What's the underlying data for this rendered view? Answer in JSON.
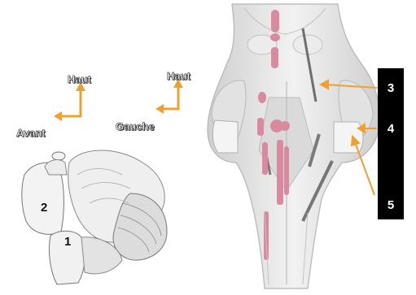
{
  "orientation_1": {
    "up": "Haut",
    "front": "Avant"
  },
  "orientation_2": {
    "up": "Haut",
    "left": "Gauche"
  },
  "small_view_labels": [
    "2",
    "1"
  ],
  "callout_labels": [
    "3",
    "4",
    "5"
  ],
  "colors": {
    "arrow": "#f0a030",
    "highlight": "#d98aa0",
    "tissue": "#e6e6e6",
    "label_bar": "#000000"
  }
}
